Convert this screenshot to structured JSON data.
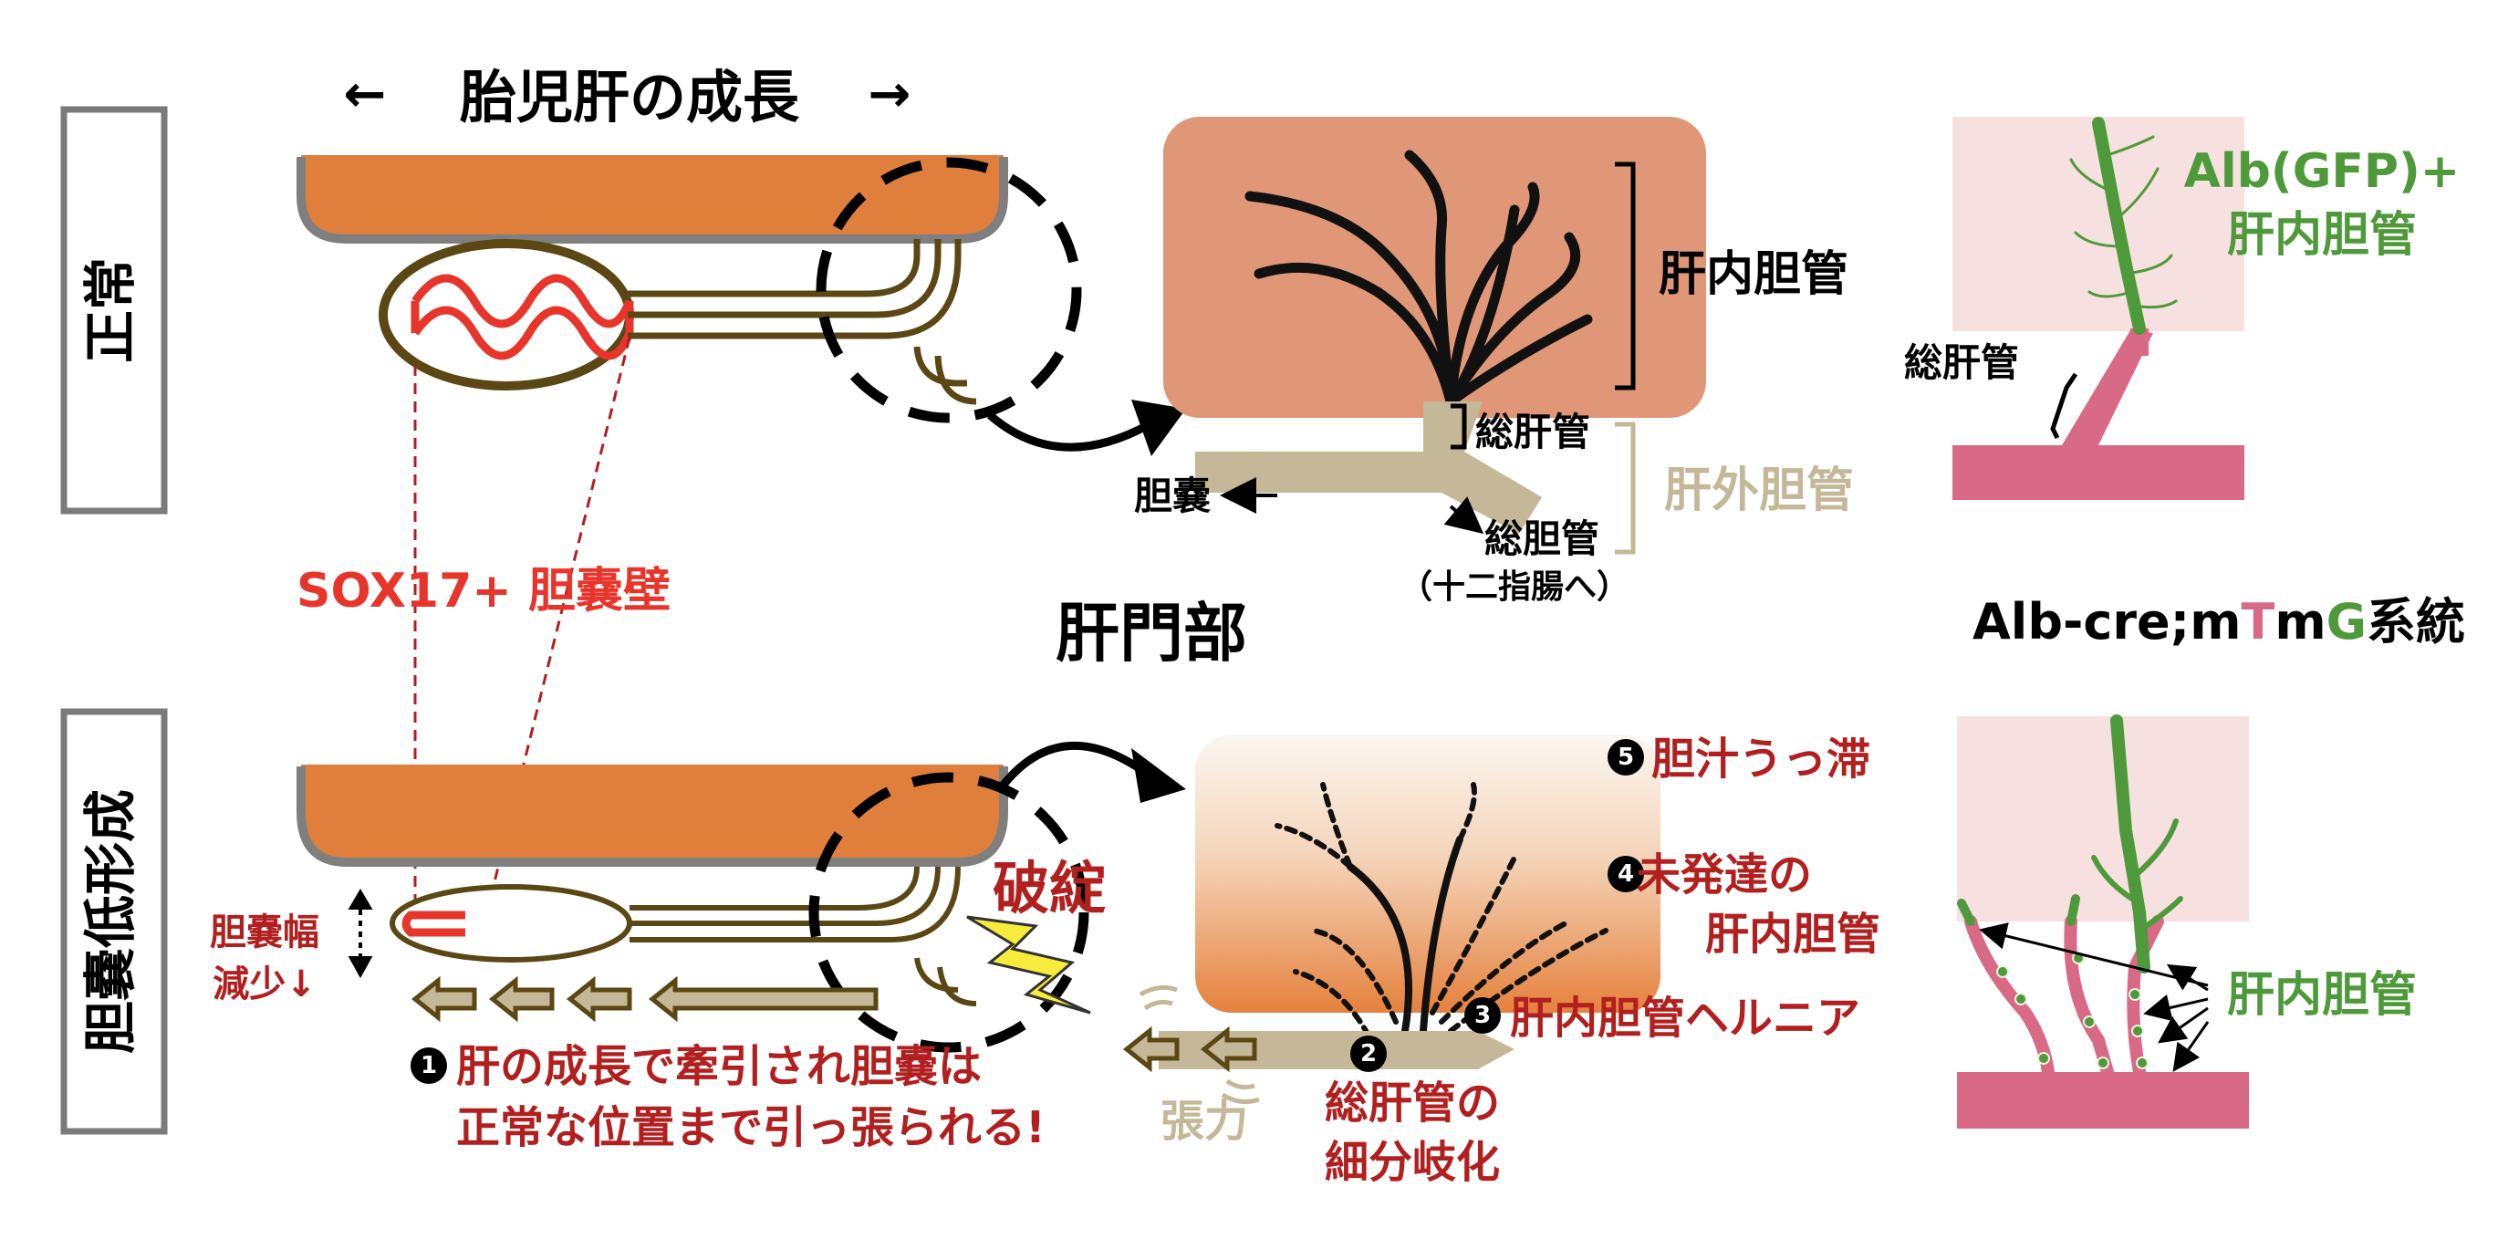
{
  "labels": {
    "normal": "正常",
    "hypoplasia": "胆嚢低形成",
    "fetal_growth": "胎児肝の成長",
    "arrow_left": "←",
    "arrow_right": "→",
    "sox17": "SOX17+ 胆嚢壁",
    "hilum": "肝門部",
    "intrahepatic_duct": "肝内胆管",
    "common_hepatic": "総肝管",
    "extrahepatic": "肝外胆管",
    "gallbladder": "胆嚢",
    "common_bile": "総胆管",
    "to_duodenum": "（十二指腸へ）",
    "alb_gfp": "Alb(GFP)+",
    "alb_gfp_duct": "肝内胆管",
    "right_common_hepatic": "総肝管",
    "strain_prefix": "Alb-cre;m",
    "strain_T": "T",
    "strain_m": "m",
    "strain_G": "G",
    "strain_suffix": "系統",
    "gb_width_1": "胆嚢幅",
    "gb_width_2": "減少↓",
    "rupture": "破綻",
    "tension": "張力",
    "step1_num": "1",
    "step1_line1": "肝の成長で牽引され胆嚢は",
    "step1_line2": "正常な位置まで引っ張られる!",
    "step2_num": "2",
    "step2_line1": "総肝管の",
    "step2_line2": "細分岐化",
    "step3_num": "3",
    "step3": "肝内胆管ヘルニア",
    "step4_num": "4",
    "step4_line1": "未発達の",
    "step4_line2": "肝内胆管",
    "step5_num": "5",
    "step5": "胆汁うっ滞",
    "right_bottom_duct": "肝内胆管"
  },
  "colors": {
    "liver_orange": "#e07f3c",
    "liver_salmon": "#df9777",
    "duct_brown": "#5b4714",
    "duct_tan": "#c4b898",
    "red": "#e8352b",
    "dark_red": "#b21f1f",
    "green": "#4e9a3a",
    "pink": "#d96a86",
    "pale_pink": "#f6e0e0",
    "yellow": "#f7ec3c"
  }
}
